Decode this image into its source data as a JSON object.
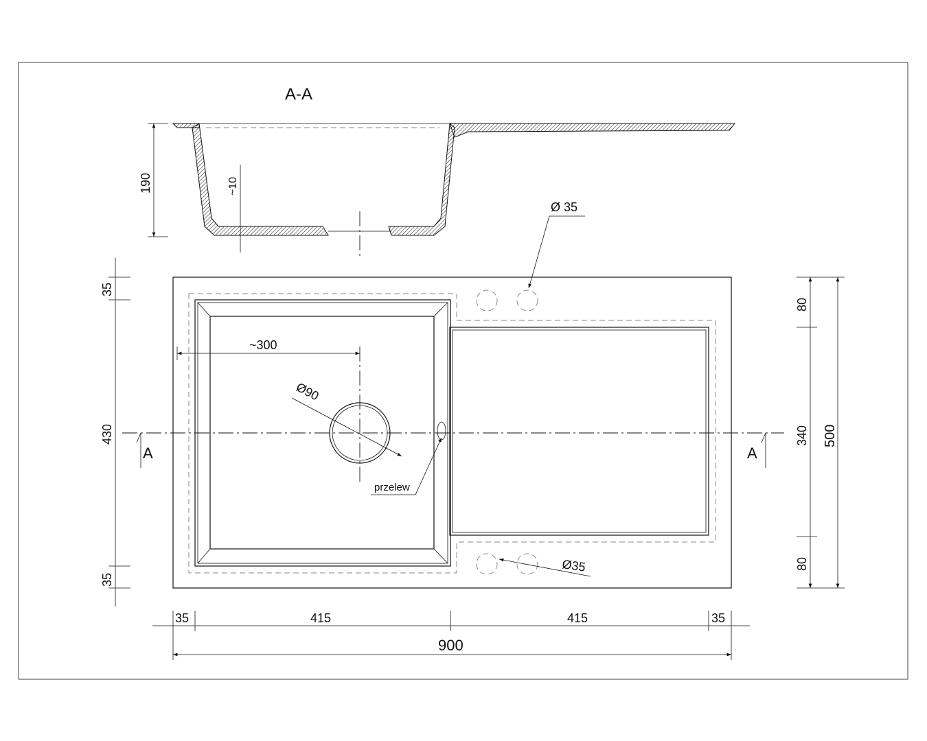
{
  "section": {
    "title": "A-A",
    "depth": "190",
    "bottom_thickness": "~10"
  },
  "top_view": {
    "tap_hole_top": "Ø 35",
    "tap_hole_bottom": "Ø35",
    "drain": "Ø90",
    "drain_offset": "~300",
    "overflow": "przelew",
    "section_mark_left": "A",
    "section_mark_right": "A"
  },
  "dimensions": {
    "left_top": "35",
    "left_mid": "430",
    "left_bottom": "35",
    "right_top": "80",
    "right_mid": "340",
    "right_bottom": "80",
    "right_total": "500",
    "bottom_segments": [
      "35",
      "415",
      "415",
      "35"
    ],
    "bottom_total": "900"
  }
}
